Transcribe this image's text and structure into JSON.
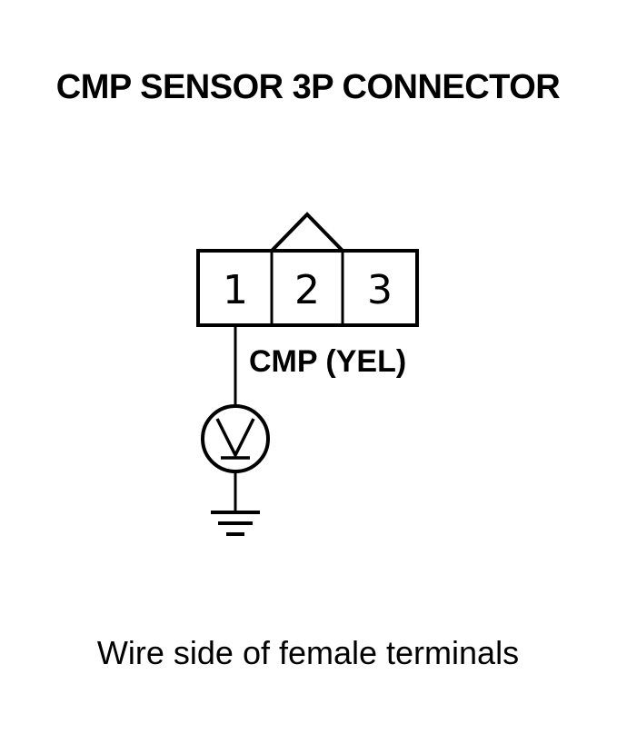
{
  "title": "CMP SENSOR 3P CONNECTOR",
  "connector": {
    "pins": [
      "1",
      "2",
      "3"
    ]
  },
  "wire_label": "CMP (YEL)",
  "caption": "Wire side of female terminals",
  "colors": {
    "ink": "#000000",
    "background": "#ffffff"
  }
}
